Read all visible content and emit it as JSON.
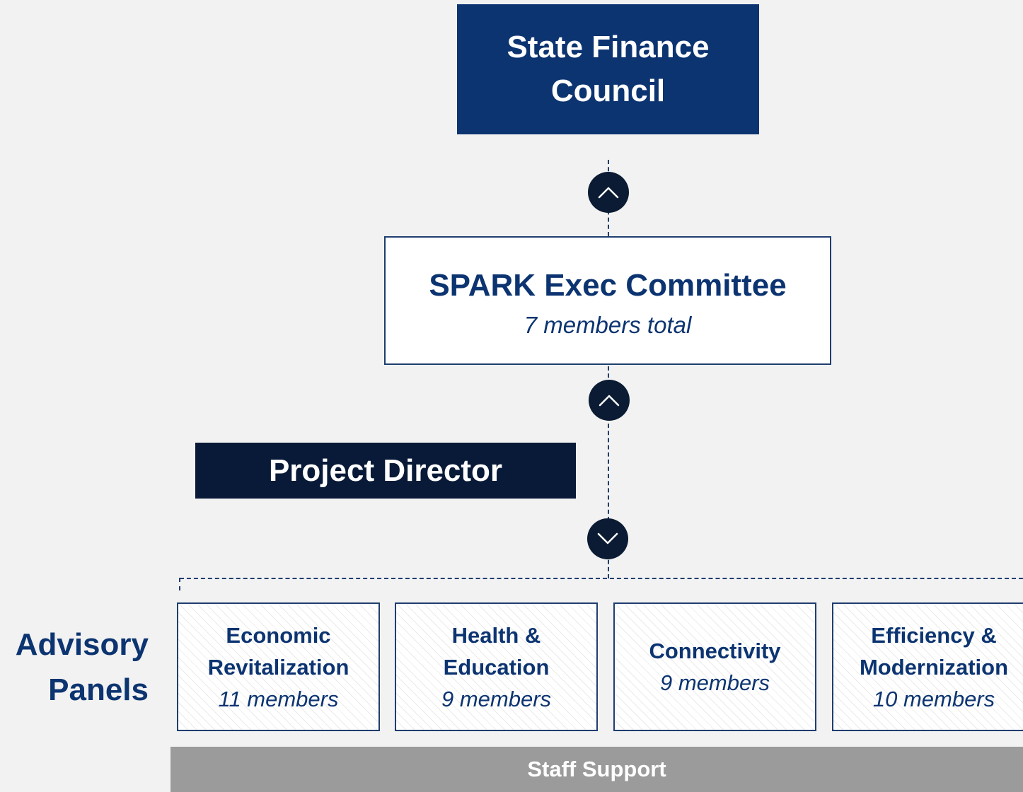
{
  "council": {
    "title": "State Finance Council"
  },
  "exec_committee": {
    "title": "SPARK Exec Committee",
    "members": "7 members total"
  },
  "project_director": {
    "title": "Project Director"
  },
  "advisory": {
    "label": "Advisory Panels",
    "panels": [
      {
        "name": "Economic\nRevitalization",
        "members": "11 members"
      },
      {
        "name": "Health &\nEducation",
        "members": "9 members"
      },
      {
        "name": "Connectivity",
        "members": "9 members"
      },
      {
        "name": "Efficiency &\nModernization",
        "members": "10 members"
      }
    ]
  },
  "staff_support": {
    "label": "Staff Support"
  },
  "icons": {
    "arrow_1": "chevron-up-icon",
    "arrow_2": "chevron-up-icon",
    "arrow_3": "chevron-down-icon"
  },
  "colors": {
    "navy": "#0c3471",
    "dark_navy": "#081a37",
    "background": "#f2f2f2",
    "staff_gray": "#9b9b9b"
  }
}
